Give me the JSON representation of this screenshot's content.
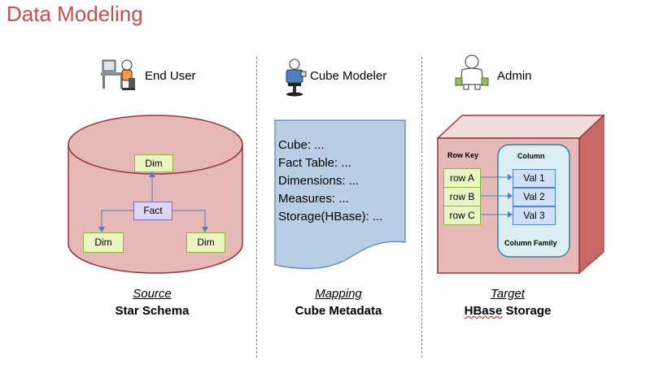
{
  "title": "Data Modeling",
  "sections": [
    {
      "role": "End User",
      "role_icon": "end-user-icon",
      "caption_italic": "Source",
      "caption_bold": "Star Schema",
      "diagram": {
        "center": "Fact",
        "top": "Dim",
        "left": "Dim",
        "right": "Dim"
      }
    },
    {
      "role": "Cube Modeler",
      "role_icon": "cube-modeler-icon",
      "caption_italic": "Mapping",
      "caption_bold": "Cube Metadata",
      "lines": [
        "Cube: ...",
        "Fact Table: ...",
        "Dimensions: ...",
        "Measures: ...",
        "Storage(HBase): ..."
      ]
    },
    {
      "role": "Admin",
      "role_icon": "admin-icon",
      "caption_italic": "Target",
      "caption_bold_1": "HBase",
      "caption_bold_2": "Storage",
      "diagram": {
        "row_key_label": "Row Key",
        "column_label": "Column",
        "column_family_label": "Column Family",
        "rows": [
          "row A",
          "row B",
          "row C"
        ],
        "vals": [
          "Val 1",
          "Val 2",
          "Val 3"
        ]
      }
    }
  ],
  "colors": {
    "title": "#c0504d",
    "cylinder_fill": "#e6b8b7",
    "cylinder_stroke": "#953735",
    "doc_fill": "#b9cde5",
    "doc_stroke": "#4f81bd",
    "green_box": "#ebf5c4",
    "purple_box": "#dcd6f0",
    "blue_box": "#cfe0f7",
    "column_family_fill": "#dbeef4"
  }
}
